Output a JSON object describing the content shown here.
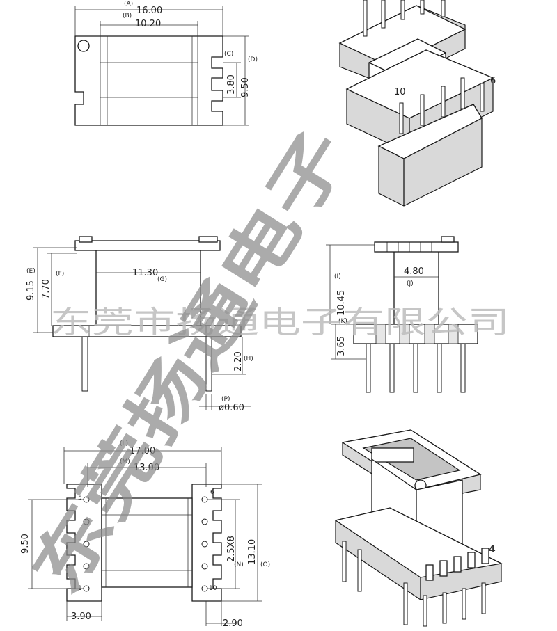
{
  "dims": {
    "A": "(A)",
    "A_val": "16.00",
    "B": "(B)",
    "B_val": "10.20",
    "C": "(C)",
    "C_val": "3.80",
    "D": "(D)",
    "D_val": "9.50",
    "E": "(E)",
    "E_val": "9.15",
    "F": "(F)",
    "F_val": "7.70",
    "G": "(G)",
    "G_val": "11.30",
    "H": "(H)",
    "H_val": "2.20",
    "P": "(P)",
    "P_val": "ø0.60",
    "I": "(I)",
    "I_val": "10.45",
    "J": "(J)",
    "J_val": "4.80",
    "K": "(K)",
    "K_val": "3.65",
    "L": "(L)",
    "L_val": "17.00",
    "M": "(M)",
    "M_val": "13.00",
    "left_950": "9.50",
    "N": "(N)",
    "N_val": "2.5X8",
    "O": "(O)",
    "O_val": "13.10",
    "bottom_left": "3.90",
    "bottom_right": "2.90"
  },
  "pin_labels": {
    "iso_top_10": "10",
    "iso_top_6": "6",
    "bottom_5": "5",
    "bottom_1": "1",
    "bottom_6": "6",
    "bottom_10": "10",
    "iso_bottom_4": "4"
  },
  "watermark": {
    "company_line": "东莞市扬通电子有限公司",
    "diagonal": "东莞扬通电子"
  }
}
